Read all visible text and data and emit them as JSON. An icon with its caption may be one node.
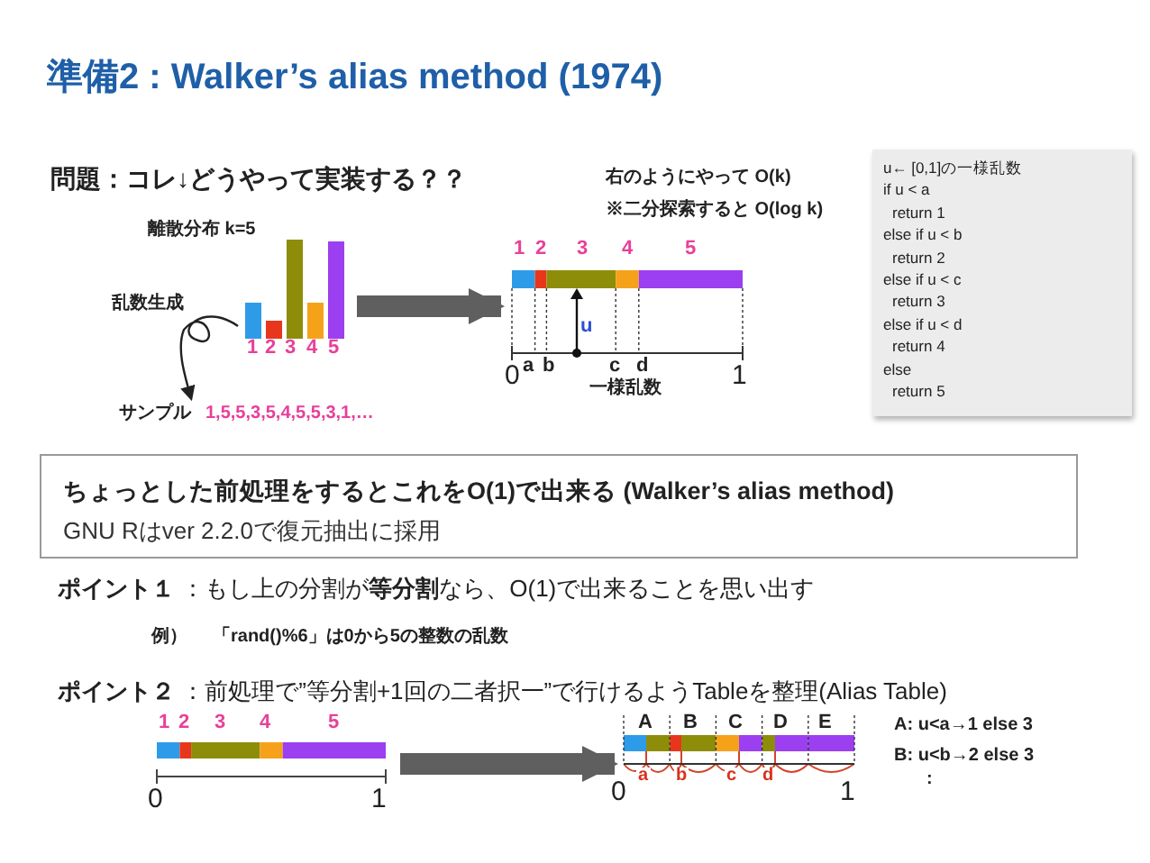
{
  "diagram": {
    "title": "準備2 : Walker’s alias method (1974)",
    "nodes": [
      {
        "text": [],
        "shape": "bar"
      },
      {
        "text": [
          "サンプル",
          "1,5,5,3,5,4,5,5,3,1,…"
        ]
      },
      {
        "text": [],
        "shape": "bar",
        "beside": [
          "一様乱数"
        ]
      },
      {
        "text": [
          "u← [0,1]の一様乱数",
          "if u < a",
          "return 1",
          "else if u < b",
          "return 2",
          "else if u < c",
          "return 3",
          "else if u < d",
          "return 4",
          "else",
          "return 5"
        ]
      },
      {
        "text": [
          "ちょっとした前処理をするとこれをO(1)で出来る (Walker’s alias method)",
          "GNU Rはver 2.2.0で復元抽出に採用"
        ]
      },
      {
        "text": [],
        "shape": "bar"
      },
      {
        "text": [],
        "shape": "bar"
      }
    ],
    "edges": [
      {
        "from": 0,
        "to": 1,
        "arrow": "to",
        "color": "#222222"
      },
      {
        "from": 0,
        "to": 2,
        "arrow": "to"
      },
      {
        "from": 5,
        "to": 6,
        "arrow": "to"
      }
    ],
    "labels": [
      "問題：コレ↓どうやって実装する？？",
      "右のようにやって O(k)",
      "※二分探索すると O(log k)",
      "離散分布 k=5",
      "1",
      "2",
      "3",
      "4",
      "5",
      "乱数生成",
      "1",
      "2",
      "3",
      "4",
      "5",
      "u",
      "a",
      "b",
      "c",
      "d",
      "0",
      "1",
      "**ポイント１** ：もし上の分割が**等分割**なら、O(1)で出来ることを思い出す",
      "例）",
      "「rand()%6」は0から5の整数の乱数",
      "**ポイント２** ：前処理で”等分割+1回の二者択一”で行けるようTableを整理(Alias Table)",
      "1",
      "2",
      "3",
      "4",
      "5",
      "A",
      "B",
      "C",
      "D",
      "E",
      "A: u<a→1 else 3",
      "B: u<b→2 else 3",
      ":",
      "0",
      "1",
      "a",
      "b",
      "c",
      "d",
      "0",
      "1"
    ]
  }
}
